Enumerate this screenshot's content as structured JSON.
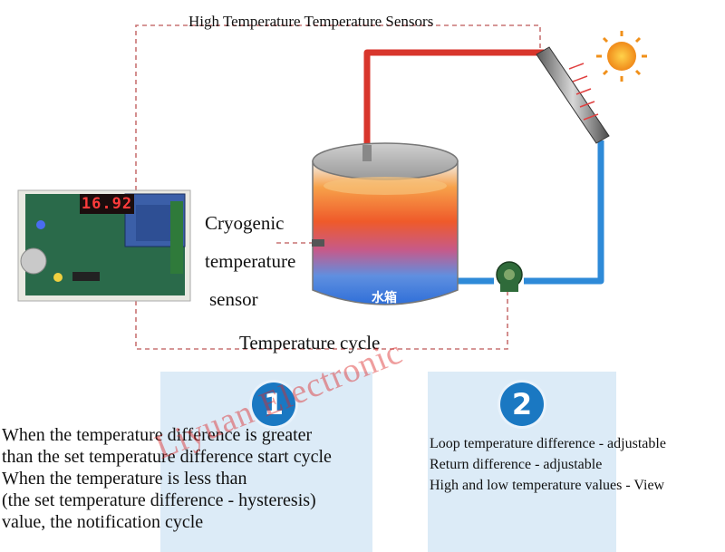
{
  "diagram": {
    "title": "High Temperature Temperature Sensors",
    "cryogenic_sensor_lines": [
      "Cryogenic",
      "temperature",
      "sensor"
    ],
    "cycle_label": "Temperature cycle",
    "tank_label": "水箱",
    "controller_display": "16.92",
    "watermark": "Liyuan Electronic",
    "colors": {
      "hot_pipe": "#d8362c",
      "cold_pipe": "#2e8ad8",
      "sensor_line": "#c87373",
      "panel": "#dcebf7",
      "badge": "#1a78c2"
    }
  },
  "steps": [
    {
      "number": "1",
      "lines": [
        "When the temperature difference is greater",
        "than the set temperature difference start cycle",
        "When the temperature is less than",
        "(the set temperature difference - hysteresis)",
        "value, the notification cycle"
      ]
    },
    {
      "number": "2",
      "lines": [
        "Loop temperature difference - adjustable",
        "Return difference - adjustable",
        "High and low temperature values - View"
      ]
    }
  ]
}
